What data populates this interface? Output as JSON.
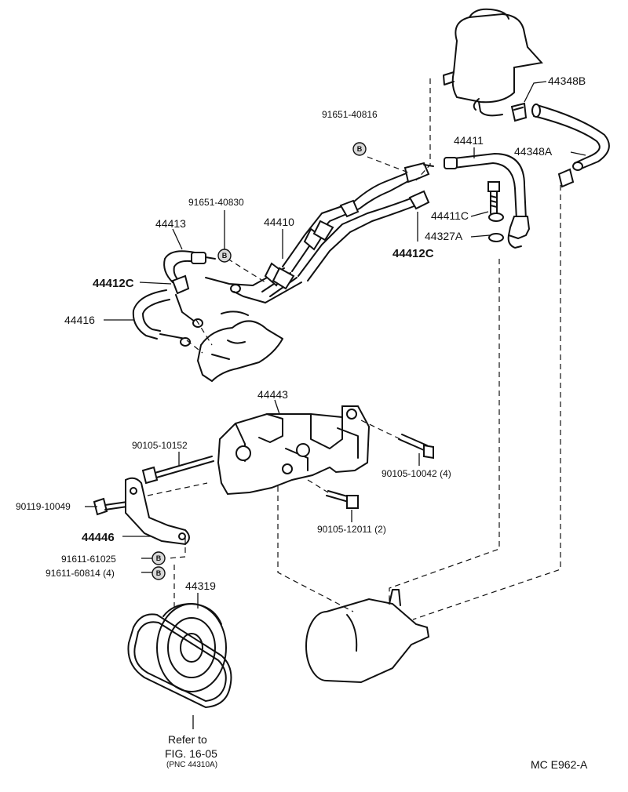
{
  "labels": {
    "p44348B": "44348B",
    "p44348A": "44348A",
    "p91651_40816": "91651-40816",
    "p44411": "44411",
    "p44411C": "44411C",
    "p44327A": "44327A",
    "p44412C_right": "44412C",
    "p91651_40830": "91651-40830",
    "p44413": "44413",
    "p44410": "44410",
    "p44412C_left": "44412C",
    "p44416": "44416",
    "p44443": "44443",
    "p90105_10152": "90105-10152",
    "p90105_10042": "90105-10042 (4)",
    "p90119_10049": "90119-10049",
    "p44446": "44446",
    "p90105_12011": "90105-12011 (2)",
    "p91611_61025": "91611-61025",
    "p91611_60814": "91611-60814 (4)",
    "p44319": "44319"
  },
  "refer": {
    "line1": "Refer to",
    "line2": "FIG. 16-05",
    "line3": "(PNC 44310A)"
  },
  "code": "MC  E962-A",
  "bolt_marker": "B"
}
